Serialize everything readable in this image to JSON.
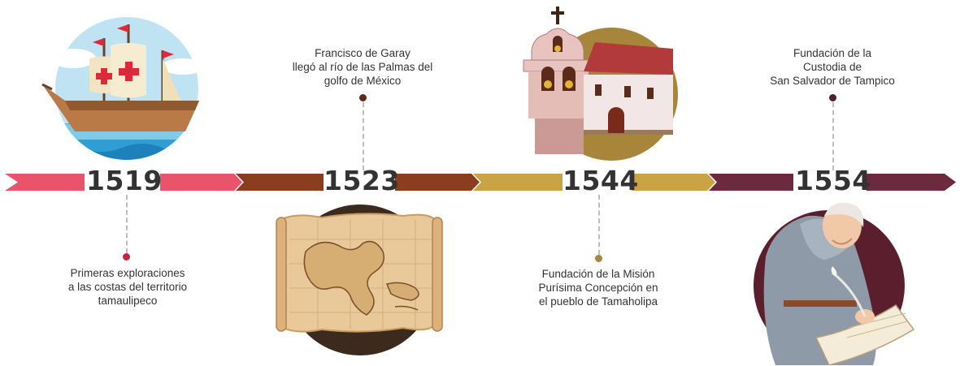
{
  "timeline": {
    "events": [
      {
        "year": "1519",
        "text": [
          "Primeras exploraciones",
          "a las costas del territorio",
          "tamaulipeco"
        ],
        "color": "#e9546b",
        "dot_color": "#c4243e"
      },
      {
        "year": "1523",
        "text": [
          "Francisco de Garay",
          "llegó al río de las Palmas del",
          "golfo de México"
        ],
        "color": "#8a3e1f",
        "dot_color": "#5c2a16"
      },
      {
        "year": "1544",
        "text": [
          "Fundación de la Misión",
          "Purísima Concepción en",
          "el pueblo de Tamaholipa"
        ],
        "color": "#c9a344",
        "dot_color": "#a7853a"
      },
      {
        "year": "1554",
        "text": [
          "Fundación de la",
          "Custodia de",
          "San Salvador de Tampico"
        ],
        "color": "#6b2a3e",
        "dot_color": "#4e2030"
      }
    ]
  },
  "illustrations": {
    "ship": "sailing-ship-icon",
    "map": "old-map-scroll-icon",
    "mission": "mission-church-icon",
    "friar": "friar-writing-icon"
  }
}
